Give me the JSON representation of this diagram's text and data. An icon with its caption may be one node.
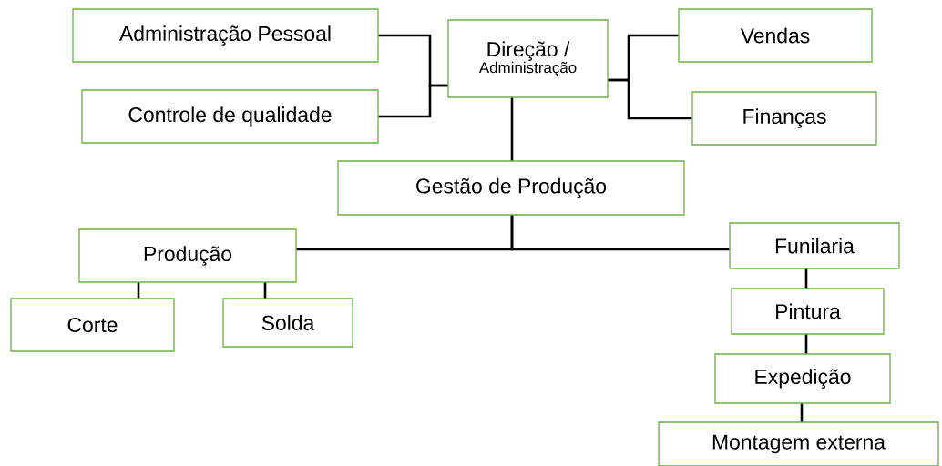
{
  "diagram": {
    "nodes": [
      {
        "text": [
          "Administração Pessoal"
        ]
      },
      {
        "text": [
          "Controle de qualidade"
        ]
      },
      {
        "text": [
          "Direção /",
          "Administração"
        ]
      },
      {
        "text": [
          "Vendas"
        ]
      },
      {
        "text": [
          "Finanças"
        ]
      },
      {
        "text": [
          "Gestão de Produção"
        ]
      },
      {
        "text": [
          "Produção"
        ]
      },
      {
        "text": [
          "Funilaria"
        ]
      },
      {
        "text": [
          "Corte"
        ]
      },
      {
        "text": [
          "Solda"
        ]
      },
      {
        "text": [
          "Pintura"
        ]
      },
      {
        "text": [
          "Expedição"
        ]
      },
      {
        "text": [
          "Montagem externa"
        ]
      }
    ],
    "edges": [
      {
        "from": 2,
        "to": 0,
        "arrow": "none"
      },
      {
        "from": 2,
        "to": 1,
        "arrow": "none"
      },
      {
        "from": 2,
        "to": 3,
        "arrow": "none"
      },
      {
        "from": 2,
        "to": 4,
        "arrow": "none"
      },
      {
        "from": 2,
        "to": 5,
        "arrow": "none"
      },
      {
        "from": 5,
        "to": 6,
        "arrow": "none"
      },
      {
        "from": 5,
        "to": 7,
        "arrow": "none"
      },
      {
        "from": 6,
        "to": 8,
        "arrow": "none"
      },
      {
        "from": 6,
        "to": 9,
        "arrow": "none"
      },
      {
        "from": 7,
        "to": 10,
        "arrow": "none"
      },
      {
        "from": 10,
        "to": 11,
        "arrow": "none"
      },
      {
        "from": 11,
        "to": 12,
        "arrow": "none"
      }
    ]
  }
}
